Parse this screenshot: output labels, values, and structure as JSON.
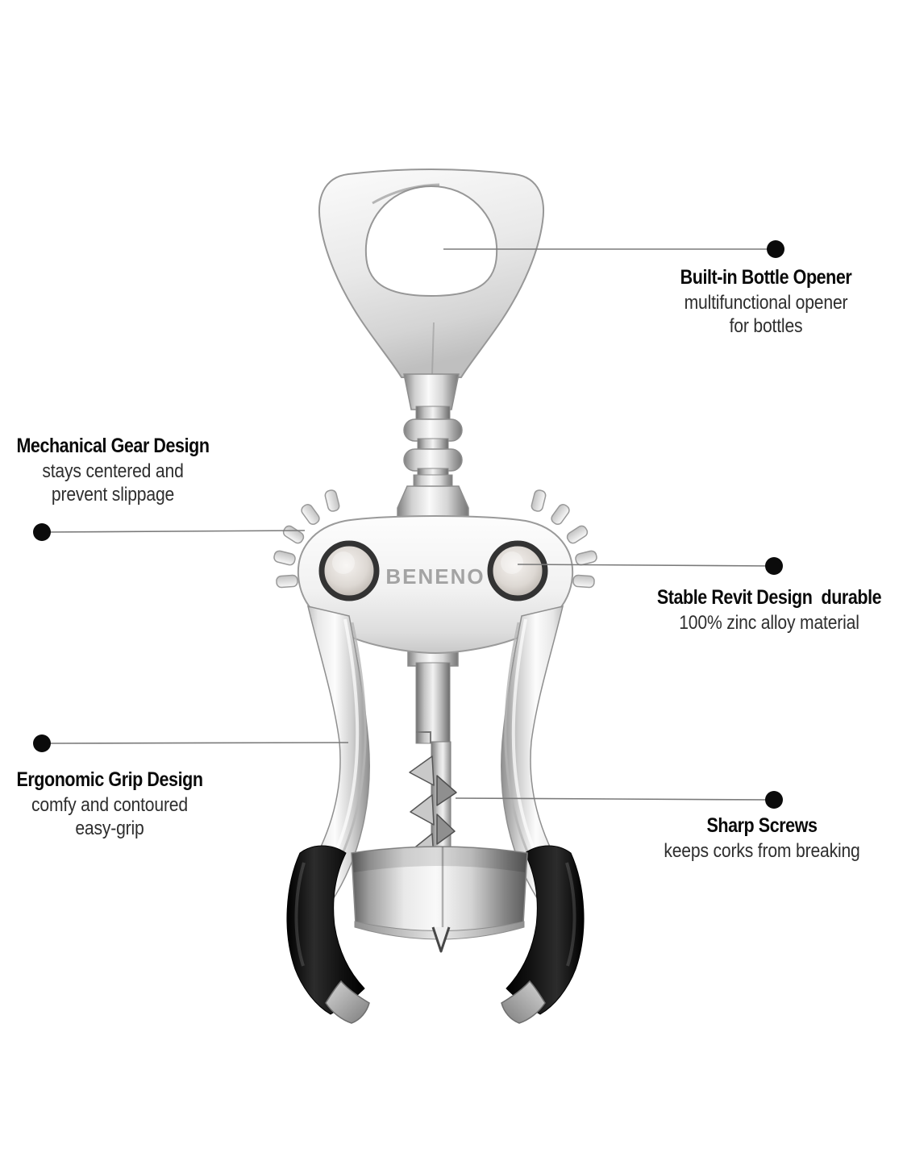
{
  "product": {
    "brand": "BENENO"
  },
  "callouts": [
    {
      "id": "bottle-opener",
      "title": "Built-in Bottle Opener",
      "lines": [
        "multifunctional opener",
        "for bottles"
      ]
    },
    {
      "id": "gear",
      "title": "Mechanical Gear Design",
      "lines": [
        "stays centered and",
        "prevent slippage"
      ]
    },
    {
      "id": "rivet",
      "title": "Stable Revit Design  durable",
      "lines": [
        "100% zinc alloy material"
      ]
    },
    {
      "id": "grip",
      "title": "Ergonomic Grip Design",
      "lines": [
        "comfy and contoured",
        "easy-grip"
      ]
    },
    {
      "id": "screws",
      "title": "Sharp Screws",
      "lines": [
        "keeps corks from breaking"
      ]
    }
  ],
  "colors": {
    "background": "#ffffff",
    "title_text": "#0a0a0a",
    "body_text": "#2e2e2e",
    "callout_line": "#7a7a7a",
    "callout_dot": "#0b0b0b",
    "grip_black": "#141414",
    "metal_light": "#f7f7f7",
    "metal_dark": "#6f6f6f",
    "brand_text": "#a3a3a3"
  }
}
